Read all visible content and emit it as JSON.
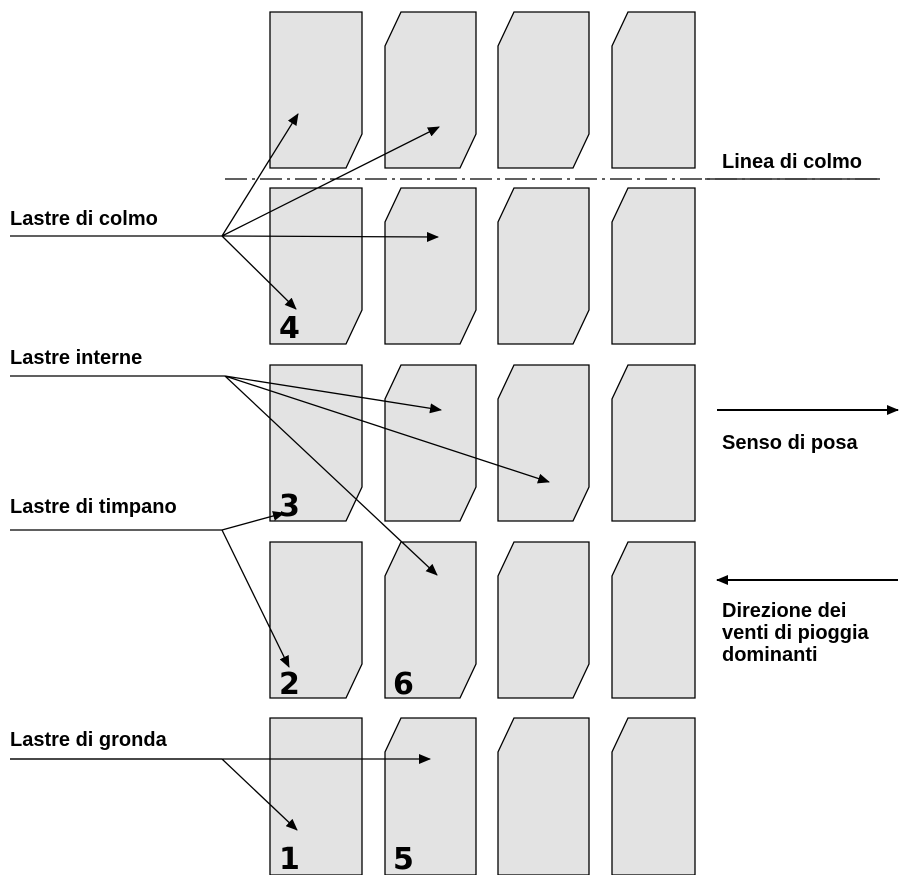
{
  "labels": {
    "ridge_line": "Linea di colmo",
    "ridge_sheets": "Lastre di colmo",
    "inner_sheets": "Lastre interne",
    "gable_sheets": "Lastre di timpano",
    "eave_sheets": "Lastre di gronda",
    "laying_direction": "Senso di posa",
    "wind_direction_line1": "Direzione dei",
    "wind_direction_line2": "venti di pioggia",
    "wind_direction_line3": "dominanti"
  },
  "sheet_numbers": {
    "n1": "1",
    "n2": "2",
    "n3": "3",
    "n4": "4",
    "n5": "5",
    "n6": "6"
  },
  "colors": {
    "sheet_fill": "#e3e3e3",
    "stroke": "#000000"
  }
}
